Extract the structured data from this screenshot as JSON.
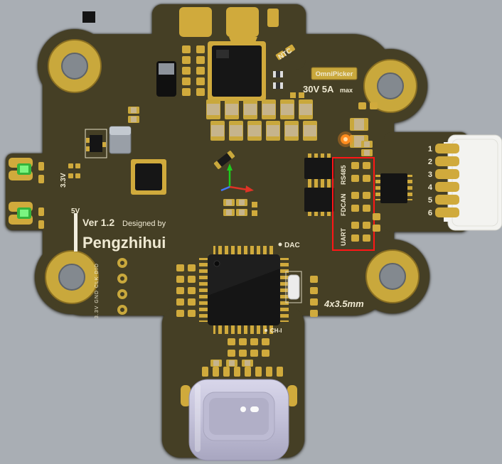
{
  "scene": {
    "background_color": "#a9aeb4",
    "board_color": "#453f25",
    "pad_gold_color": "#d0aa3c",
    "silkscreen_color": "#efe9d2",
    "highlight_box_color": "#ff1616",
    "led_green_color": "#57f263",
    "status_led_orange_color": "#ff8c1e",
    "usb_shell_color": "#c2c0d8",
    "connector_housing_color": "#f3f3f0"
  },
  "silkscreen": {
    "version": "Ver 1.2",
    "designed_by": "Designed by",
    "designer_name": "Pengzhihui",
    "brand_label": "OmniPicker",
    "power_rating": "30V 5A",
    "power_rating_suffix": "max",
    "ntc_label": "NTC",
    "rail_3v3_label": "3.3V",
    "rail_5v_label": "5V",
    "dac_label": "DAC",
    "ch_i_label": "CH-I",
    "mounting_spec": "4x3.5mm",
    "debug_header_labels": "3.3V GND CLK DIO",
    "interface_labels": {
      "rs485": "RS485",
      "fdcan": "FDCAN",
      "uart": "UART"
    }
  },
  "connector": {
    "pin_numbers": [
      "1",
      "2",
      "3",
      "4",
      "5",
      "6"
    ]
  }
}
